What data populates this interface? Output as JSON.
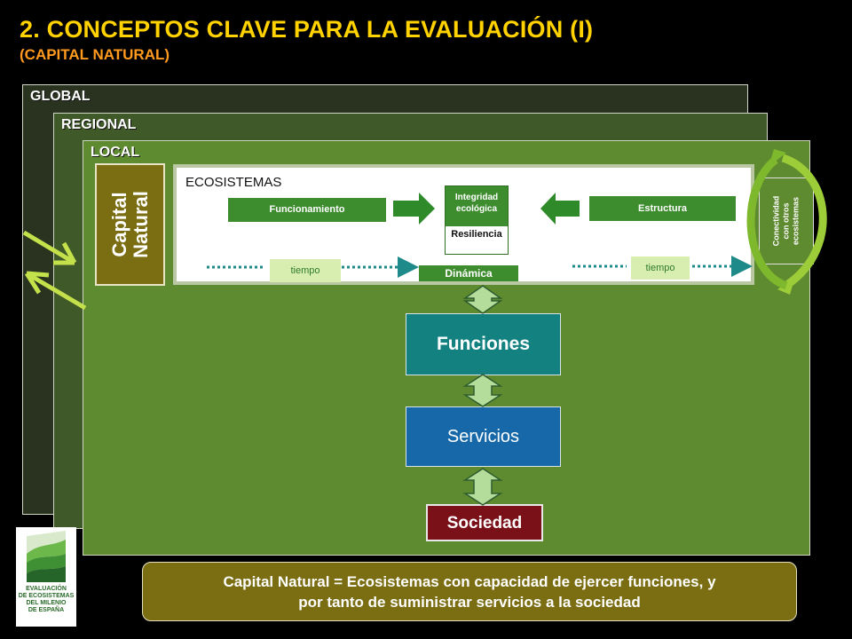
{
  "header": {
    "title": "2. CONCEPTOS CLAVE PARA LA EVALUACIÓN (I)",
    "subtitle": "(CAPITAL NATURAL)"
  },
  "scales": {
    "global": "GLOBAL",
    "regional": "REGIONAL",
    "local": "LOCAL"
  },
  "capital": {
    "line1": "Capital",
    "line2": "Natural"
  },
  "ecosystems": {
    "title": "ECOSISTEMAS",
    "funcionamiento": "Funcionamiento",
    "integridad_line1": "Integridad",
    "integridad_line2": "ecológica",
    "resiliencia": "Resiliencia",
    "estructura": "Estructura",
    "dinamica": "Dinámica",
    "tiempo_left": "tiempo",
    "tiempo_right": "tiempo"
  },
  "connectivity": {
    "line1": "Conectividad",
    "line2": "con otros",
    "line3": "ecosistemas"
  },
  "flow": {
    "funciones": "Funciones",
    "servicios": "Servicios",
    "sociedad": "Sociedad"
  },
  "logo": {
    "line1": "EVALUACIÓN",
    "line2": "DE ECOSISTEMAS",
    "line3": "DEL MILENIO",
    "line4": "DE ESPAÑA"
  },
  "footer": {
    "line1": "Capital Natural = Ecosistemas con capacidad de ejercer funciones, y",
    "line2": "por tanto de suministrar servicios a la sociedad"
  },
  "colors": {
    "title": "#ffd200",
    "subtitle": "#ff9a1e",
    "green_bar": "#3d8c2e",
    "funciones": "#148181",
    "servicios": "#1668a8",
    "sociedad": "#7a1118",
    "capital": "#7a6d12"
  }
}
